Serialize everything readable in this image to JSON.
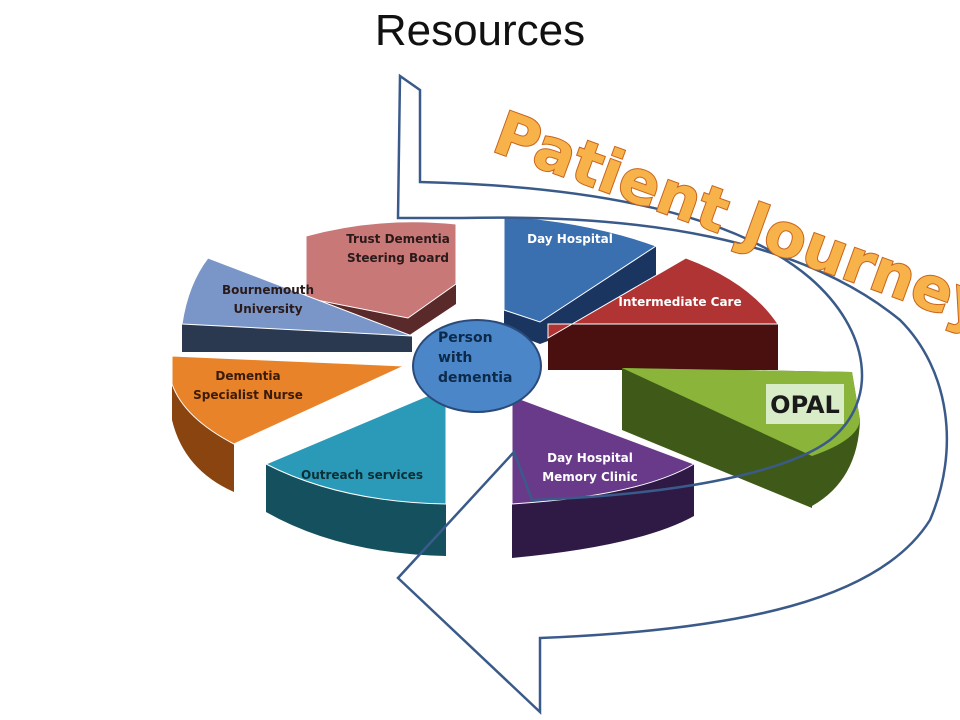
{
  "title": "Resources",
  "banner": {
    "text": "Patient Journey",
    "fill": "#f7b24a",
    "stroke": "#c8641a"
  },
  "center": {
    "lines": [
      "Person",
      "with",
      "dementia"
    ],
    "color": "#4a86c8"
  },
  "segments": [
    {
      "lines": [
        "Trust Dementia",
        "Steering Board"
      ],
      "top": "#c97878",
      "side": "#5a2a2a"
    },
    {
      "lines": [
        "Day Hospital"
      ],
      "top": "#3a6fb0",
      "side": "#1a3560"
    },
    {
      "lines": [
        "Intermediate Care"
      ],
      "top": "#b03434",
      "side": "#4a1010"
    },
    {
      "lines": [
        "Day Hospital",
        "Memory Clinic"
      ],
      "top": "#6a3a8a",
      "side": "#2e1a44"
    },
    {
      "lines": [
        "Outreach services"
      ],
      "top": "#2a9ab8",
      "side": "#14505e"
    },
    {
      "lines": [
        "Dementia",
        "Specialist Nurse"
      ],
      "top": "#e8832a",
      "side": "#8a4410"
    },
    {
      "lines": [
        "Bournemouth",
        "University"
      ],
      "top": "#7a96c8",
      "side": "#2a3850"
    }
  ],
  "opal": {
    "label": "OPAL",
    "top": "#8ab43a",
    "side": "#3f5a18",
    "label_bg": "#d8ecc8"
  },
  "arrow_color": "#3a5a8a"
}
